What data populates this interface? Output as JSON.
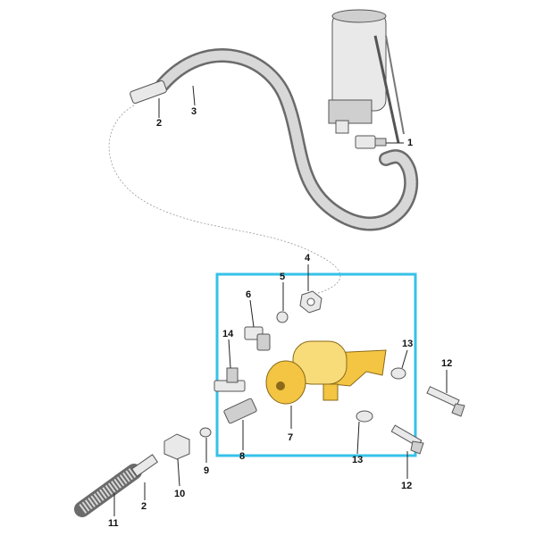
{
  "diagram": {
    "highlight_color": "#35c2e8",
    "part_color": "#f4c542",
    "callouts": [
      {
        "id": "c1",
        "text": "1"
      },
      {
        "id": "c2a",
        "text": "2"
      },
      {
        "id": "c2b",
        "text": "2"
      },
      {
        "id": "c3",
        "text": "3"
      },
      {
        "id": "c4",
        "text": "4"
      },
      {
        "id": "c5",
        "text": "5"
      },
      {
        "id": "c6",
        "text": "6"
      },
      {
        "id": "c7",
        "text": "7"
      },
      {
        "id": "c8",
        "text": "8"
      },
      {
        "id": "c9",
        "text": "9"
      },
      {
        "id": "c10",
        "text": "10"
      },
      {
        "id": "c11",
        "text": "11"
      },
      {
        "id": "c12a",
        "text": "12"
      },
      {
        "id": "c12b",
        "text": "12"
      },
      {
        "id": "c13a",
        "text": "13"
      },
      {
        "id": "c13b",
        "text": "13"
      },
      {
        "id": "c14",
        "text": "14"
      }
    ]
  }
}
